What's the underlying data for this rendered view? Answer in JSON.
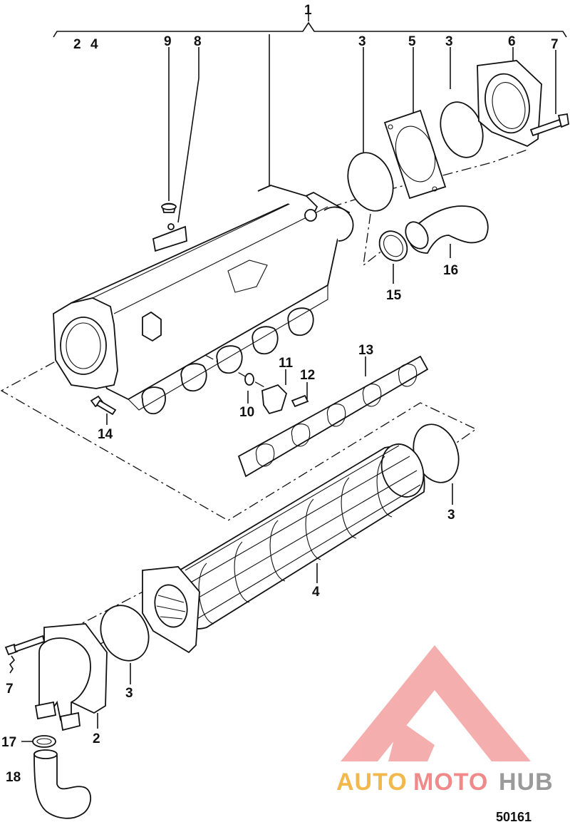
{
  "callouts": {
    "c1": "1",
    "c2_4": "2",
    "c2_4b": "4",
    "c9": "9",
    "c8": "8",
    "c3a": "3",
    "c5": "5",
    "c3b": "3",
    "c6": "6",
    "c7a": "7",
    "c16": "16",
    "c15": "15",
    "c13": "13",
    "c11": "11",
    "c12": "12",
    "c10": "10",
    "c14": "14",
    "c3c": "3",
    "c4": "4",
    "c3d": "3",
    "c2": "2",
    "c7b": "7",
    "c17": "17",
    "c18": "18"
  },
  "figure_number": "50161",
  "watermark": {
    "text_part1": "AUTO",
    "text_part2": "MOTO",
    "text_part3": "HUB",
    "color_orange": "#f2b84b",
    "color_red": "#f08a8a",
    "color_gray": "#9a9a9a"
  }
}
